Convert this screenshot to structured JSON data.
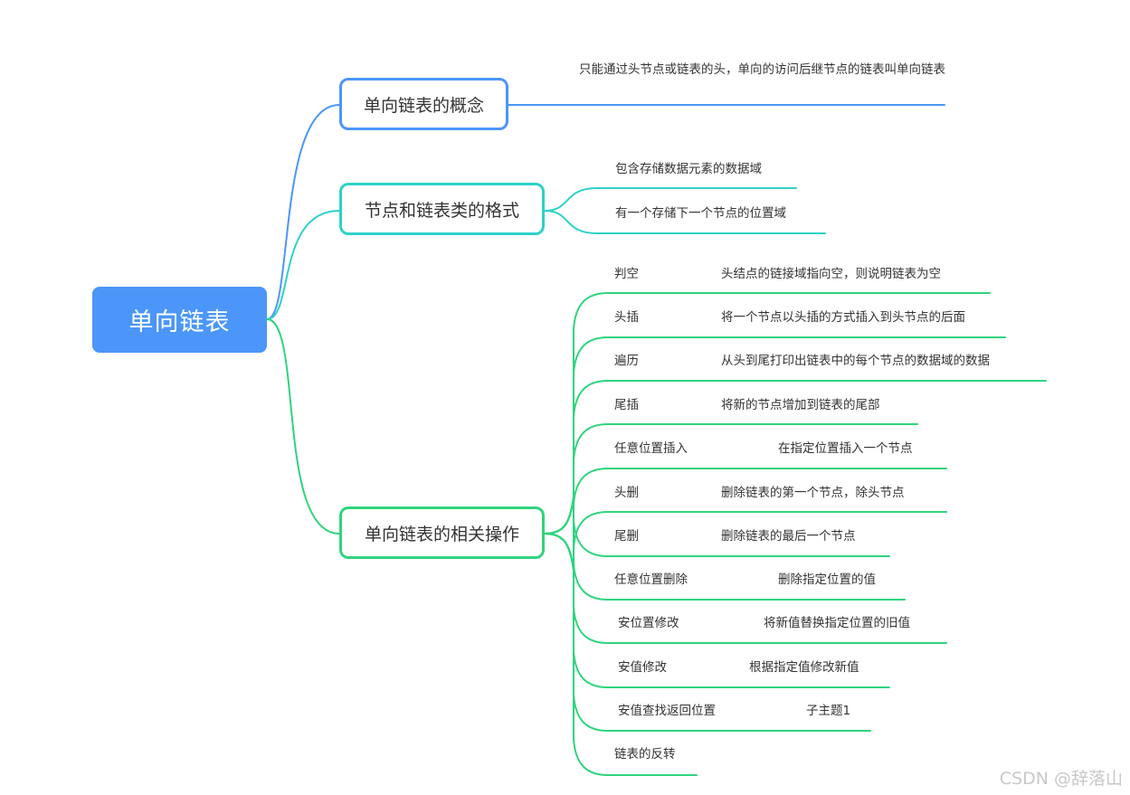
{
  "root": {
    "label": "单向链表"
  },
  "concept": {
    "label": "单向链表的概念",
    "text": "只能通过头节点或链表的头，单向的访问后继节点的链表叫单向链表"
  },
  "format": {
    "label": "节点和链表类的格式",
    "items": [
      "包含存储数据元素的数据域",
      "有一个存储下一个节点的位置域"
    ]
  },
  "operations": {
    "label": "单向链表的相关操作",
    "items": [
      {
        "name": "判空",
        "desc": "头结点的链接域指向空，则说明链表为空"
      },
      {
        "name": "头插",
        "desc": "将一个节点以头插的方式插入到头节点的后面"
      },
      {
        "name": "遍历",
        "desc": "从头到尾打印出链表中的每个节点的数据域的数据"
      },
      {
        "name": "尾插",
        "desc": "将新的节点增加到链表的尾部"
      },
      {
        "name": "任意位置插入",
        "desc": "在指定位置插入一个节点"
      },
      {
        "name": "头删",
        "desc": "删除链表的第一个节点，除头节点"
      },
      {
        "name": "尾删",
        "desc": "删除链表的最后一个节点"
      },
      {
        "name": "任意位置删除",
        "desc": "删除指定位置的值"
      },
      {
        "name": "安位置修改",
        "desc": "将新值替换指定位置的旧值"
      },
      {
        "name": "安值修改",
        "desc": "根据指定值修改新值"
      },
      {
        "name": "安值查找返回位置",
        "desc": "子主题1"
      },
      {
        "name": "链表的反转",
        "desc": ""
      }
    ]
  },
  "colors": {
    "root": "#4b96f8",
    "concept": "#4b96f8",
    "format": "#2ed1c8",
    "operations": "#2fd47d"
  },
  "watermark": "CSDN @辞落山"
}
